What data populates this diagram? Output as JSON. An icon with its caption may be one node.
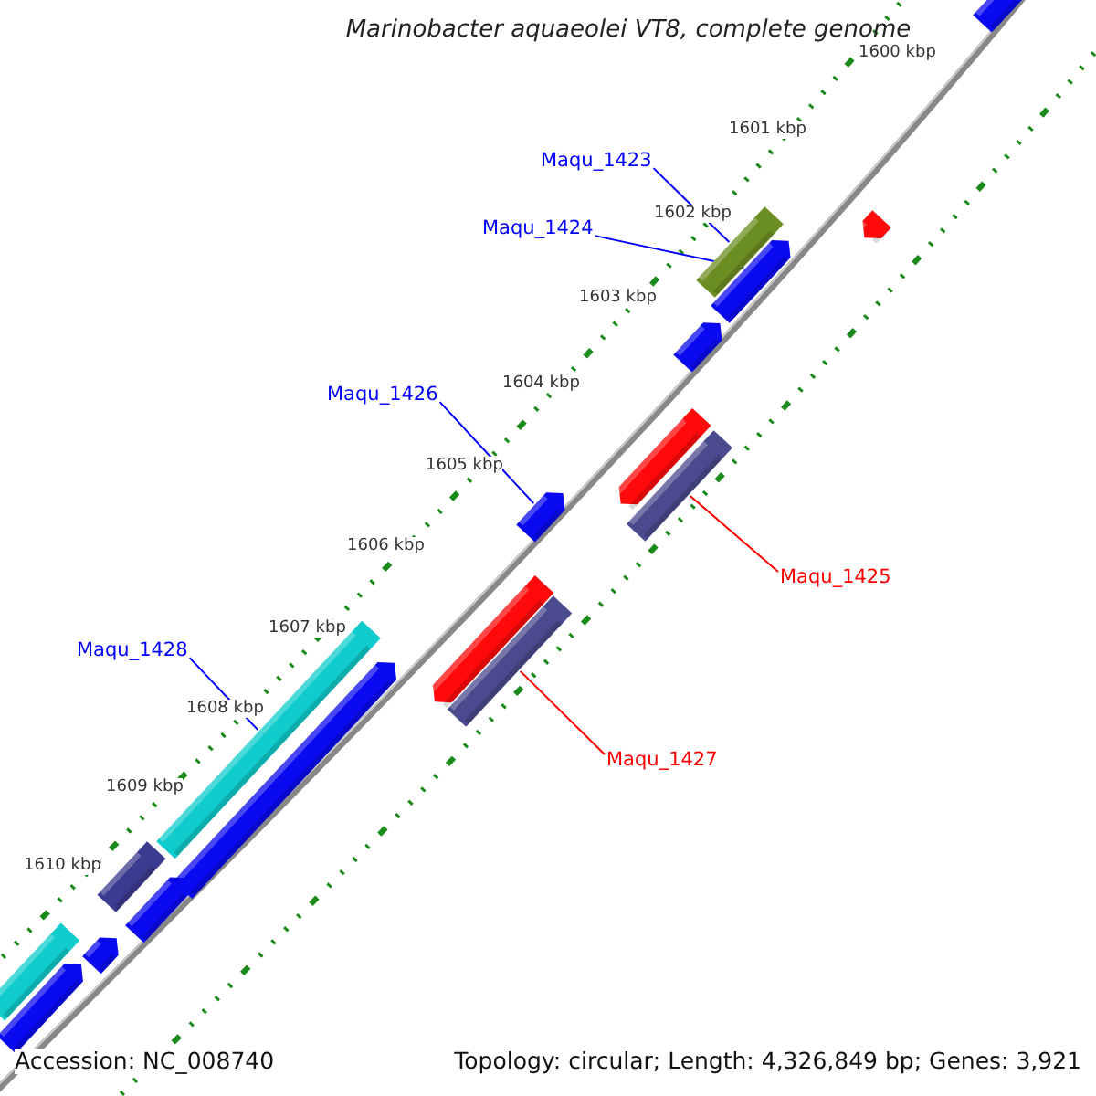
{
  "diagram": {
    "title": "Marinobacter aquaeolei VT8, complete genome",
    "nodes": [
      {
        "text": [
          "Maqu_1423"
        ]
      },
      {
        "text": [
          "Maqu_1424"
        ]
      },
      {
        "text": [
          "Maqu_1426"
        ]
      },
      {
        "text": [
          "Maqu_1425"
        ]
      },
      {
        "text": [
          "Maqu_1428"
        ]
      },
      {
        "text": [
          "Maqu_1427"
        ]
      },
      {
        "text": [],
        "shape": "arrow"
      },
      {
        "text": [],
        "shape": "arrow"
      },
      {
        "text": [],
        "shape": "bar"
      },
      {
        "text": [],
        "shape": "arrow"
      },
      {
        "text": [],
        "shape": "arrow"
      },
      {
        "text": [],
        "shape": "arrow"
      },
      {
        "text": [],
        "shape": "bar"
      },
      {
        "text": [],
        "shape": "arrow"
      },
      {
        "text": [],
        "shape": "arrow"
      },
      {
        "text": [],
        "shape": "bar"
      },
      {
        "text": [],
        "shape": "bar"
      },
      {
        "text": [],
        "shape": "arrow"
      },
      {
        "text": [],
        "shape": "bar"
      },
      {
        "text": [],
        "shape": "arrow"
      },
      {
        "text": [],
        "shape": "arrow"
      },
      {
        "text": [],
        "shape": "bar"
      },
      {
        "text": [],
        "shape": "arrow"
      }
    ],
    "edges": [
      {
        "from": 0,
        "to": 8,
        "arrow": "none"
      },
      {
        "from": 1,
        "to": 9,
        "arrow": "none"
      },
      {
        "from": 2,
        "to": 13,
        "arrow": "none"
      },
      {
        "from": 3,
        "to": 12,
        "arrow": "none",
        "color": "#ff0000"
      },
      {
        "from": 4,
        "to": 16,
        "arrow": "none"
      },
      {
        "from": 5,
        "to": 15,
        "arrow": "none",
        "color": "#ff0000"
      }
    ],
    "labels": [
      "1600 kbp",
      "1601 kbp",
      "1602 kbp",
      "1603 kbp",
      "1604 kbp",
      "1605 kbp",
      "1606 kbp",
      "1607 kbp",
      "1608 kbp",
      "1609 kbp",
      "1610 kbp",
      "Accession: NC_008740",
      "Topology: circular; Length: 4,326,849 bp; Genes: 3,921"
    ]
  }
}
